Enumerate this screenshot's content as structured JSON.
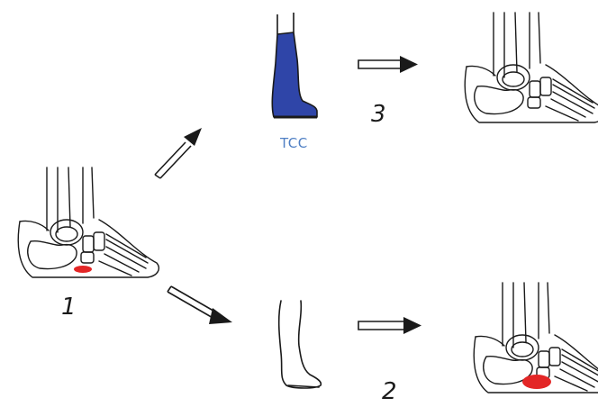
{
  "labels": {
    "step1": "1",
    "step2": "2",
    "step3": "3",
    "treatment": "TCC"
  },
  "colors": {
    "cast": "#2f45a8",
    "ulcer": "#e32626",
    "tcc_text": "#4f7fc4",
    "ink": "#1a1a1a"
  },
  "icons": {
    "foot_start": "foot-skeleton-with-ulcer",
    "cast": "total-contact-cast",
    "leg": "bare-leg-outline",
    "foot_healed": "foot-skeleton-healed",
    "foot_worsened": "foot-skeleton-large-ulcer"
  }
}
